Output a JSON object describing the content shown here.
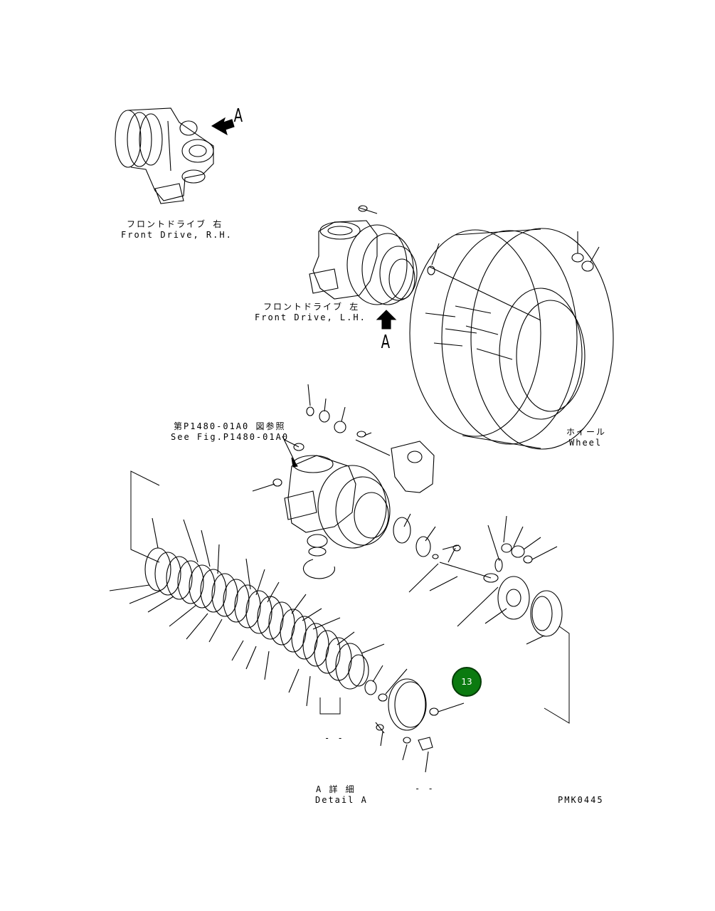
{
  "labels": {
    "front_drive_rh_jp": "フロントドライブ 右",
    "front_drive_rh_en": "Front Drive, R.H.",
    "front_drive_lh_jp": "フロントドライブ 左",
    "front_drive_lh_en": "Front Drive, L.H.",
    "see_fig_jp": "第P1480-01A0 図参照",
    "see_fig_en": "See Fig.P1480-01A0",
    "wheel_jp": "ホイール",
    "wheel_en": "Wheel",
    "detail_jp": "A 詳 細",
    "detail_en": "Detail A",
    "view_a_top": "A",
    "view_a_mid": "A",
    "dash_1": "- -",
    "dash_2": "- -",
    "page_code": "PMK0445"
  },
  "callout": {
    "number": "13",
    "color": "#0b7a10"
  },
  "icons": {
    "view_arrow_top": "arrow-left-icon",
    "view_arrow_mid": "arrow-up-icon"
  }
}
